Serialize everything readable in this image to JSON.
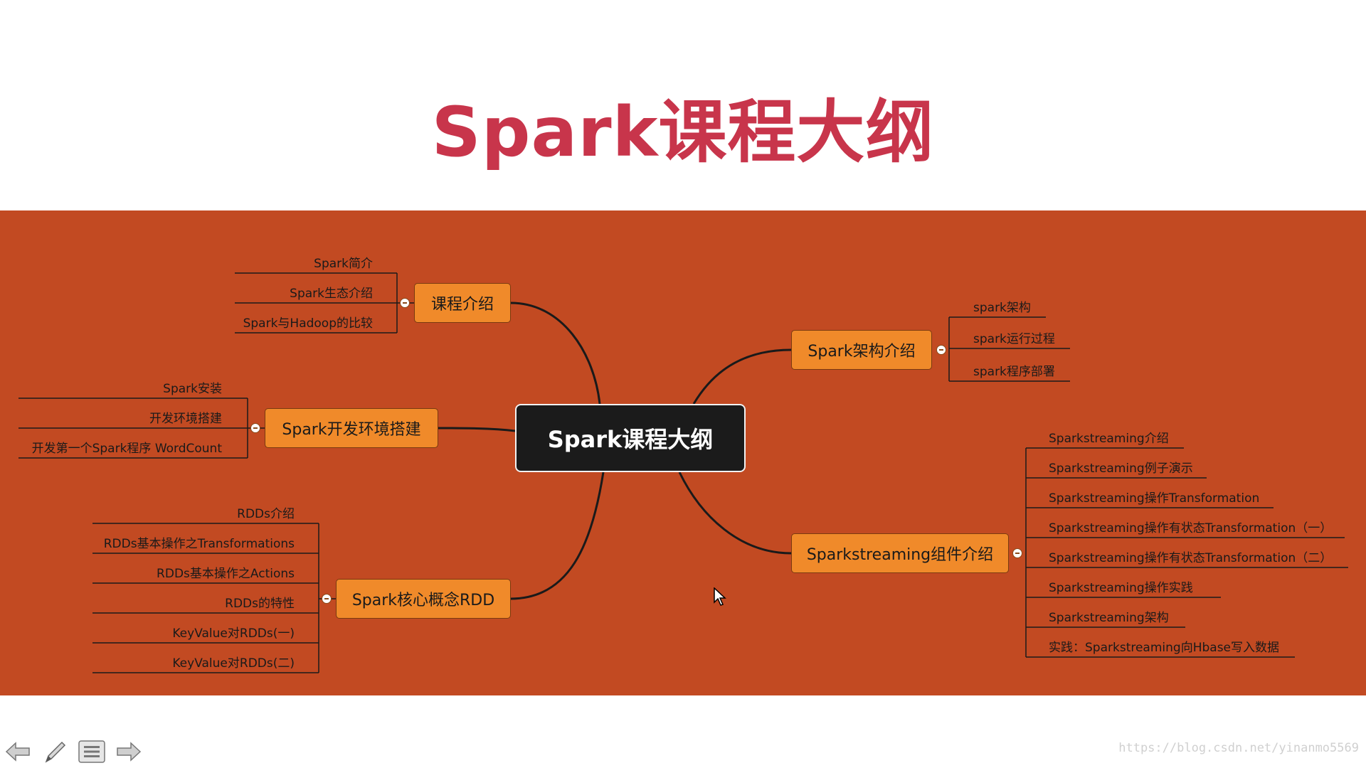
{
  "slide": {
    "title": "Spark课程大纲",
    "colors": {
      "title": "#c8354b",
      "band": "#c24a22",
      "topic_fill": "#f08a2a",
      "central_fill": "#1b1b1b",
      "central_text": "#ffffff",
      "connector": "#1a1a1a"
    }
  },
  "mindmap": {
    "central": "Spark课程大纲",
    "topics": [
      {
        "label": "课程介绍",
        "leaves": [
          "Spark简介",
          "Spark生态介绍",
          "Spark与Hadoop的比较"
        ]
      },
      {
        "label": "Spark开发环境搭建",
        "leaves": [
          "Spark安装",
          "开发环境搭建",
          "开发第一个Spark程序 WordCount"
        ]
      },
      {
        "label": "Spark核心概念RDD",
        "leaves": [
          "RDDs介绍",
          "RDDs基本操作之Transformations",
          "RDDs基本操作之Actions",
          "RDDs的特性",
          "KeyValue对RDDs(一)",
          "KeyValue对RDDs(二)"
        ]
      },
      {
        "label": "Spark架构介绍",
        "leaves": [
          "spark架构",
          "spark运行过程",
          "spark程序部署"
        ]
      },
      {
        "label": "Sparkstreaming组件介绍",
        "leaves": [
          "Sparkstreaming介绍",
          "Sparkstreaming例子演示",
          "Sparkstreaming操作Transformation",
          "Sparkstreaming操作有状态Transformation（一）",
          "Sparkstreaming操作有状态Transformation（二）",
          "Sparkstreaming操作实践",
          "Sparkstreaming架构",
          "实践：Sparkstreaming向Hbase写入数据"
        ]
      }
    ]
  },
  "navigation": {
    "icons": [
      "arrow-left-icon",
      "pen-icon",
      "menu-icon",
      "arrow-right-icon"
    ]
  },
  "watermark": "https://blog.csdn.net/yinanmo5569"
}
